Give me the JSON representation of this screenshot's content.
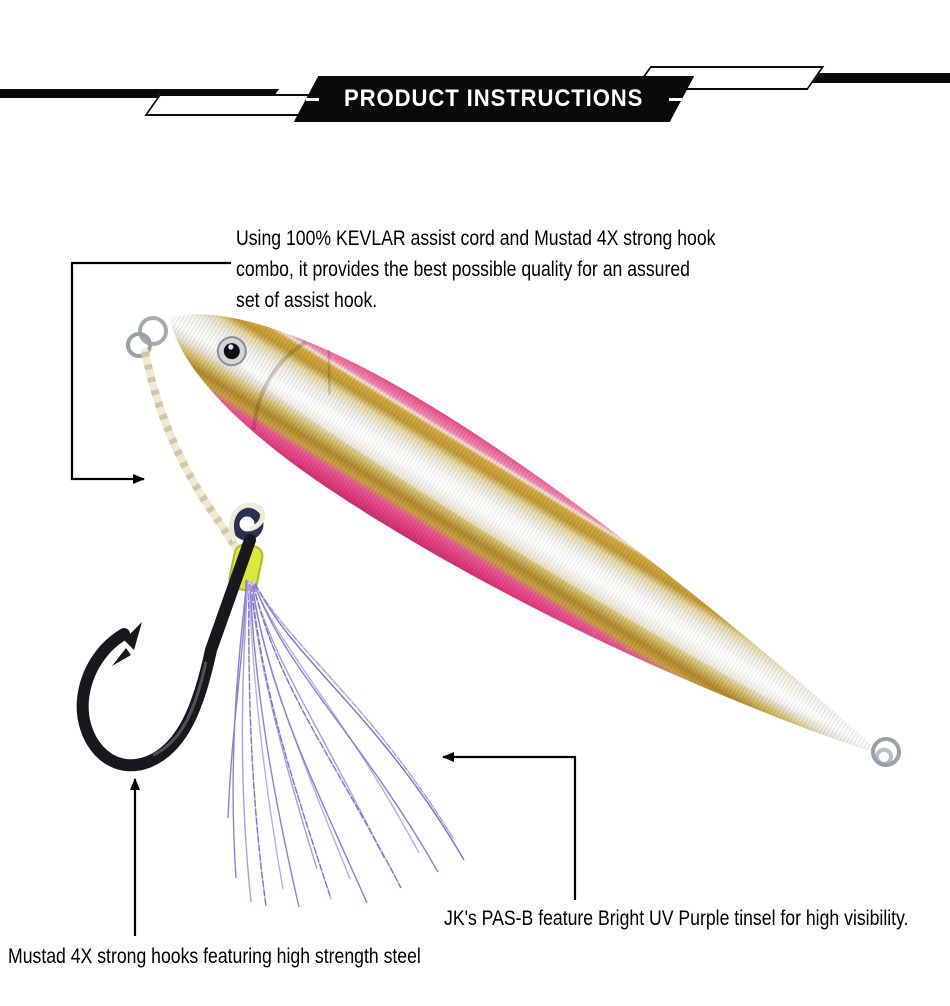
{
  "header": {
    "title": "PRODUCT INSTRUCTIONS"
  },
  "annotations": {
    "assist_cord": {
      "lines": [
        "Using 100% KEVLAR assist cord and Mustad 4X strong hook",
        "combo, it provides the best possible quality for an assured",
        "set of assist hook."
      ]
    },
    "tinsel": {
      "text": "JK's PAS-B feature Bright UV Purple tinsel for high visibility."
    },
    "hook": {
      "text": "Mustad 4X strong hooks featuring high strength steel"
    }
  },
  "product": {
    "colors": {
      "body_pink": "#e8488f",
      "body_gold": "#c9a23f",
      "body_silver": "#f5f4f0",
      "tinsel_purple": "#8d80d2",
      "cord_cream": "#efe9d6",
      "wrap_chartreuse": "#d9e83e",
      "hook_black": "#17171c",
      "banner_black": "#0a0a0a"
    }
  }
}
